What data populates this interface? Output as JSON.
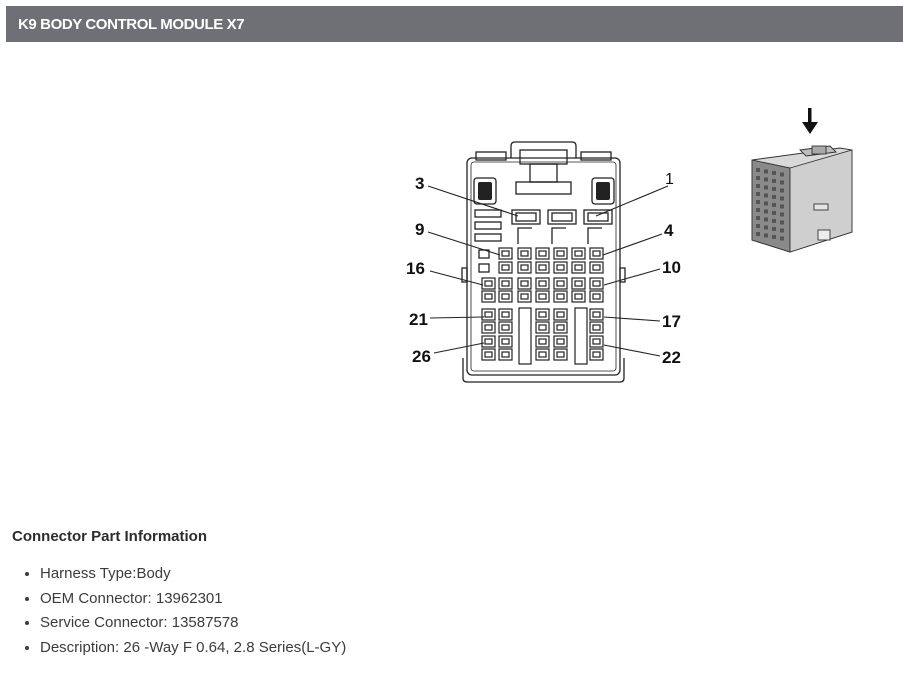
{
  "header": {
    "title": "K9 BODY CONTROL MODULE X7"
  },
  "diagram": {
    "pin_labels": {
      "p3": "3",
      "p1": "1",
      "p9": "9",
      "p4": "4",
      "p16": "16",
      "p10": "10",
      "p21": "21",
      "p17": "17",
      "p26": "26",
      "p22": "22"
    },
    "arrow_icon": "down-arrow-icon"
  },
  "info": {
    "title": "Connector Part Information",
    "items": [
      "Harness Type:Body",
      "OEM Connector: 13962301",
      "Service Connector: 13587578",
      "Description: 26 -Way F 0.64, 2.8 Series(L-GY)"
    ]
  }
}
